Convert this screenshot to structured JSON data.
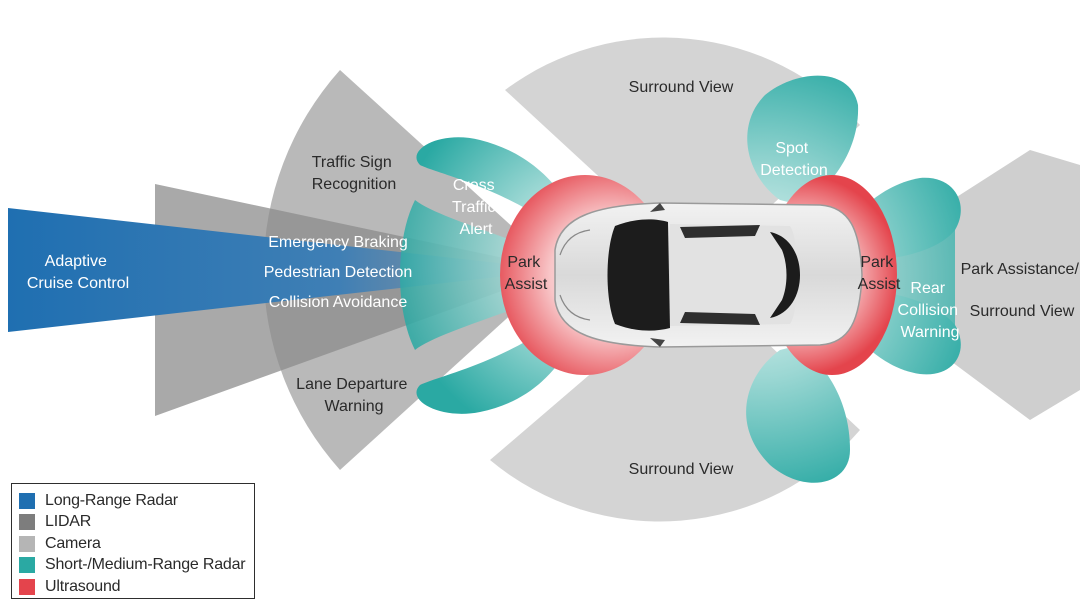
{
  "colors": {
    "long_range_radar": "#1f6fb1",
    "lidar": "#7d7d7d",
    "camera": "#b5b5b5",
    "short_medium_radar": "#2aa9a3",
    "ultrasound": "#e4444c"
  },
  "labels": {
    "adaptive_cruise": [
      "Adaptive",
      "Cruise Control"
    ],
    "traffic_sign": [
      "Traffic Sign",
      "Recognition"
    ],
    "emergency_braking": "Emergency Braking",
    "pedestrian_detection": "Pedestrian Detection",
    "collision_avoidance": "Collision Avoidance",
    "lane_departure": [
      "Lane Departure",
      "Warning"
    ],
    "cross_traffic": [
      "Cross",
      "Traffic",
      "Alert"
    ],
    "park_assist_front": [
      "Park",
      "Assist"
    ],
    "park_assist_rear": [
      "Park",
      "Assist"
    ],
    "surround_view_top": "Surround View",
    "surround_view_bottom": "Surround View",
    "spot_detection": [
      "Spot",
      "Detection"
    ],
    "rear_collision": [
      "Rear",
      "Collision",
      "Warning"
    ],
    "park_assistance_surround": [
      "Park Assistance/",
      "Surround View"
    ]
  },
  "legend": [
    {
      "label": "Long-Range Radar",
      "color": "#1f6fb1"
    },
    {
      "label": "LIDAR",
      "color": "#7d7d7d"
    },
    {
      "label": "Camera",
      "color": "#b5b5b5"
    },
    {
      "label": "Short-/Medium-Range Radar",
      "color": "#2aa9a3"
    },
    {
      "label": "Ultrasound",
      "color": "#e4444c"
    }
  ]
}
